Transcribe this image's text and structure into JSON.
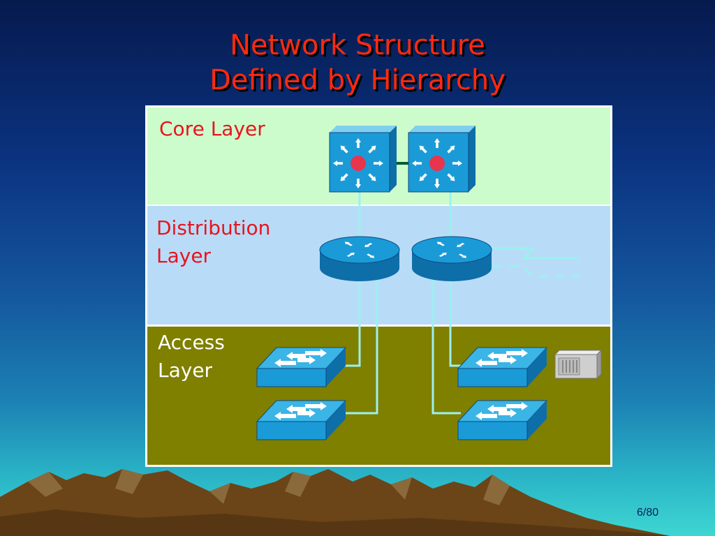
{
  "slide": {
    "title_line1": "Network Structure",
    "title_line2": "Defined by Hierarchy",
    "page_number": "6/80"
  },
  "layers": {
    "core": {
      "label": "Core Layer",
      "color": "#cdfccc"
    },
    "distribution": {
      "label_line1": "Distribution",
      "label_line2": "Layer",
      "color": "#b8dcf8"
    },
    "access": {
      "label_line1": "Access",
      "label_line2": "Layer",
      "color": "#7f7f00"
    }
  },
  "devices": {
    "core_switches": 2,
    "distribution_routers": 2,
    "access_switches": 4,
    "server": 1
  },
  "colors": {
    "title": "#ff2a10",
    "device_blue": "#1a9bd7",
    "link": "#8ee8e8",
    "core_dot": "#e8344c"
  }
}
